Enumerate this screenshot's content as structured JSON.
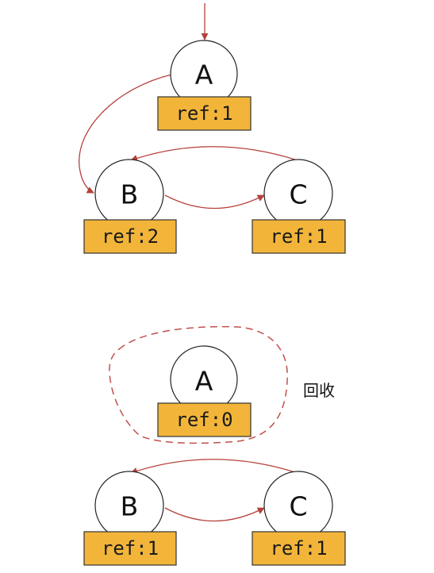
{
  "colors": {
    "ref_box_fill": "#F2B53A",
    "arrow": "#B5413B",
    "dashed_outline": "#C0504D"
  },
  "top_graph": {
    "nodes": [
      {
        "id": "A",
        "label": "A",
        "ref": "ref:1"
      },
      {
        "id": "B",
        "label": "B",
        "ref": "ref:2"
      },
      {
        "id": "C",
        "label": "C",
        "ref": "ref:1"
      }
    ],
    "edges": [
      {
        "from": "external",
        "to": "A"
      },
      {
        "from": "A",
        "to": "B"
      },
      {
        "from": "B",
        "to": "C"
      },
      {
        "from": "C",
        "to": "B"
      }
    ]
  },
  "bottom_graph": {
    "nodes": [
      {
        "id": "A",
        "label": "A",
        "ref": "ref:0"
      },
      {
        "id": "B",
        "label": "B",
        "ref": "ref:1"
      },
      {
        "id": "C",
        "label": "C",
        "ref": "ref:1"
      }
    ],
    "edges": [
      {
        "from": "B",
        "to": "C"
      },
      {
        "from": "C",
        "to": "B"
      }
    ],
    "collected_label": "回收"
  }
}
